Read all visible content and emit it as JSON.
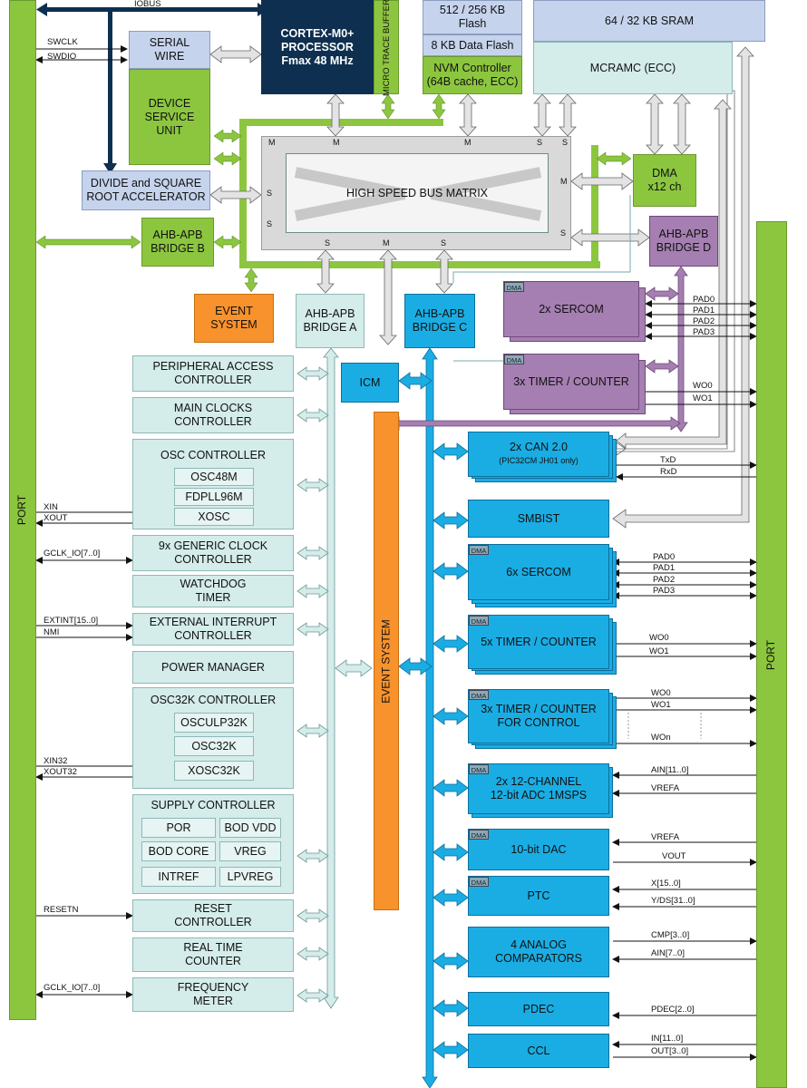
{
  "buses": {
    "iobus": "IOBUS",
    "matrix": "HIGH SPEED BUS MATRIX"
  },
  "cpu": {
    "line1": "CORTEX-M0+",
    "line2": "PROCESSOR",
    "line3": "Fmax 48 MHz"
  },
  "mtb": "MICRO TRACE BUFFER",
  "flash": {
    "line1": "512 / 256 KB",
    "line2": "Flash"
  },
  "data_flash": "8 KB Data Flash",
  "nvm": {
    "line1": "NVM Controller",
    "line2": "(64B cache, ECC)"
  },
  "sram": "64 / 32 KB SRAM",
  "mcramc": "MCRAMC (ECC)",
  "serial_wire": {
    "line1": "SERIAL",
    "line2": "WIRE"
  },
  "dsu": {
    "line1": "DEVICE",
    "line2": "SERVICE",
    "line3": "UNIT"
  },
  "divas": {
    "line1": "DIVIDE and SQUARE",
    "line2": "ROOT ACCELERATOR"
  },
  "bridge_b": {
    "line1": "AHB-APB",
    "line2": "BRIDGE B"
  },
  "bridge_a": {
    "line1": "AHB-APB",
    "line2": "BRIDGE A"
  },
  "bridge_c": {
    "line1": "AHB-APB",
    "line2": "BRIDGE C"
  },
  "bridge_d": {
    "line1": "AHB-APB",
    "line2": "BRIDGE D"
  },
  "dma": {
    "line1": "DMA",
    "line2": "x12 ch"
  },
  "event_system_box": {
    "line1": "EVENT",
    "line2": "SYSTEM"
  },
  "event_system_bar": "EVENT SYSTEM",
  "icm": "ICM",
  "port_left": "PORT",
  "port_right": "PORT",
  "master_slave": {
    "m": "M",
    "s": "S"
  },
  "dma_tag": "DMA",
  "left_blocks": {
    "pac": {
      "line1": "PERIPHERAL ACCESS",
      "line2": "CONTROLLER"
    },
    "mclk": {
      "line1": "MAIN CLOCKS",
      "line2": "CONTROLLER"
    },
    "oscctrl": {
      "title": "OSC CONTROLLER",
      "items": [
        "OSC48M",
        "FDPLL96M",
        "XOSC"
      ]
    },
    "gclk": {
      "line1": "9x GENERIC CLOCK",
      "line2": "CONTROLLER"
    },
    "wdt": {
      "line1": "WATCHDOG",
      "line2": "TIMER"
    },
    "eic": {
      "line1": "EXTERNAL INTERRUPT",
      "line2": "CONTROLLER"
    },
    "pm": "POWER MANAGER",
    "osc32k": {
      "title": "OSC32K CONTROLLER",
      "items": [
        "OSCULP32K",
        "OSC32K",
        "XOSC32K"
      ]
    },
    "supc": {
      "title": "SUPPLY CONTROLLER",
      "items": [
        "POR",
        "BOD VDD",
        "BOD CORE",
        "VREG",
        "INTREF",
        "LPVREG"
      ]
    },
    "rstc": {
      "line1": "RESET",
      "line2": "CONTROLLER"
    },
    "rtc": {
      "line1": "REAL TIME",
      "line2": "COUNTER"
    },
    "freqm": {
      "line1": "FREQUENCY",
      "line2": "METER"
    }
  },
  "left_signals": {
    "swclk": "SWCLK",
    "swdio": "SWDIO",
    "xin": "XIN",
    "xout": "XOUT",
    "gclk_io_1": "GCLK_IO[7..0]",
    "extint": "EXTINT[15..0]",
    "nmi": "NMI",
    "xin32": "XIN32",
    "xout32": "XOUT32",
    "resetn": "RESETN",
    "gclk_io_2": "GCLK_IO[7..0]"
  },
  "d_peripherals": {
    "sercom": "2x SERCOM",
    "tc": "3x TIMER / COUNTER",
    "sercom_pads": [
      "PAD0",
      "PAD1",
      "PAD2",
      "PAD3"
    ],
    "tc_wo": [
      "WO0",
      "WO1"
    ]
  },
  "c_peripherals": {
    "can": {
      "line1": "2x CAN 2.0",
      "line2": "(PIC32CM JH01 only)",
      "txd": "TxD",
      "rxd": "RxD"
    },
    "smbist": "SMBIST",
    "sercom": {
      "label": "6x SERCOM",
      "pads": [
        "PAD0",
        "PAD1",
        "PAD2",
        "PAD3"
      ]
    },
    "tc": {
      "label": "5x TIMER / COUNTER",
      "wo": [
        "WO0",
        "WO1"
      ]
    },
    "tcc": {
      "line1": "3x TIMER / COUNTER",
      "line2": "FOR CONTROL",
      "wo": [
        "WO0",
        "WO1",
        "WOn"
      ]
    },
    "adc": {
      "line1": "2x 12-CHANNEL",
      "line2": "12-bit ADC 1MSPS",
      "ain": "AIN[11..0]",
      "vrefa": "VREFA"
    },
    "dac": {
      "label": "10-bit DAC",
      "vrefa": "VREFA",
      "vout": "VOUT"
    },
    "ptc": {
      "label": "PTC",
      "x": "X[15..0]",
      "y": "Y/DS[31..0]"
    },
    "ac": {
      "line1": "4 ANALOG",
      "line2": "COMPARATORS",
      "cmp": "CMP[3..0]",
      "ain": "AIN[7..0]"
    },
    "pdec": {
      "label": "PDEC",
      "sig": "PDEC[2..0]"
    },
    "ccl": {
      "label": "CCL",
      "in": "IN[11..0]",
      "out": "OUT[3..0]"
    }
  },
  "colors": {
    "navy": "#0e2f4f",
    "green": "#8cc63f",
    "teal": "#d4ecea",
    "blue": "#1aade4",
    "purple": "#a57fb1",
    "orange": "#f7922c",
    "lilac": "#c5d3ec",
    "grey": "#d9d9d9"
  }
}
